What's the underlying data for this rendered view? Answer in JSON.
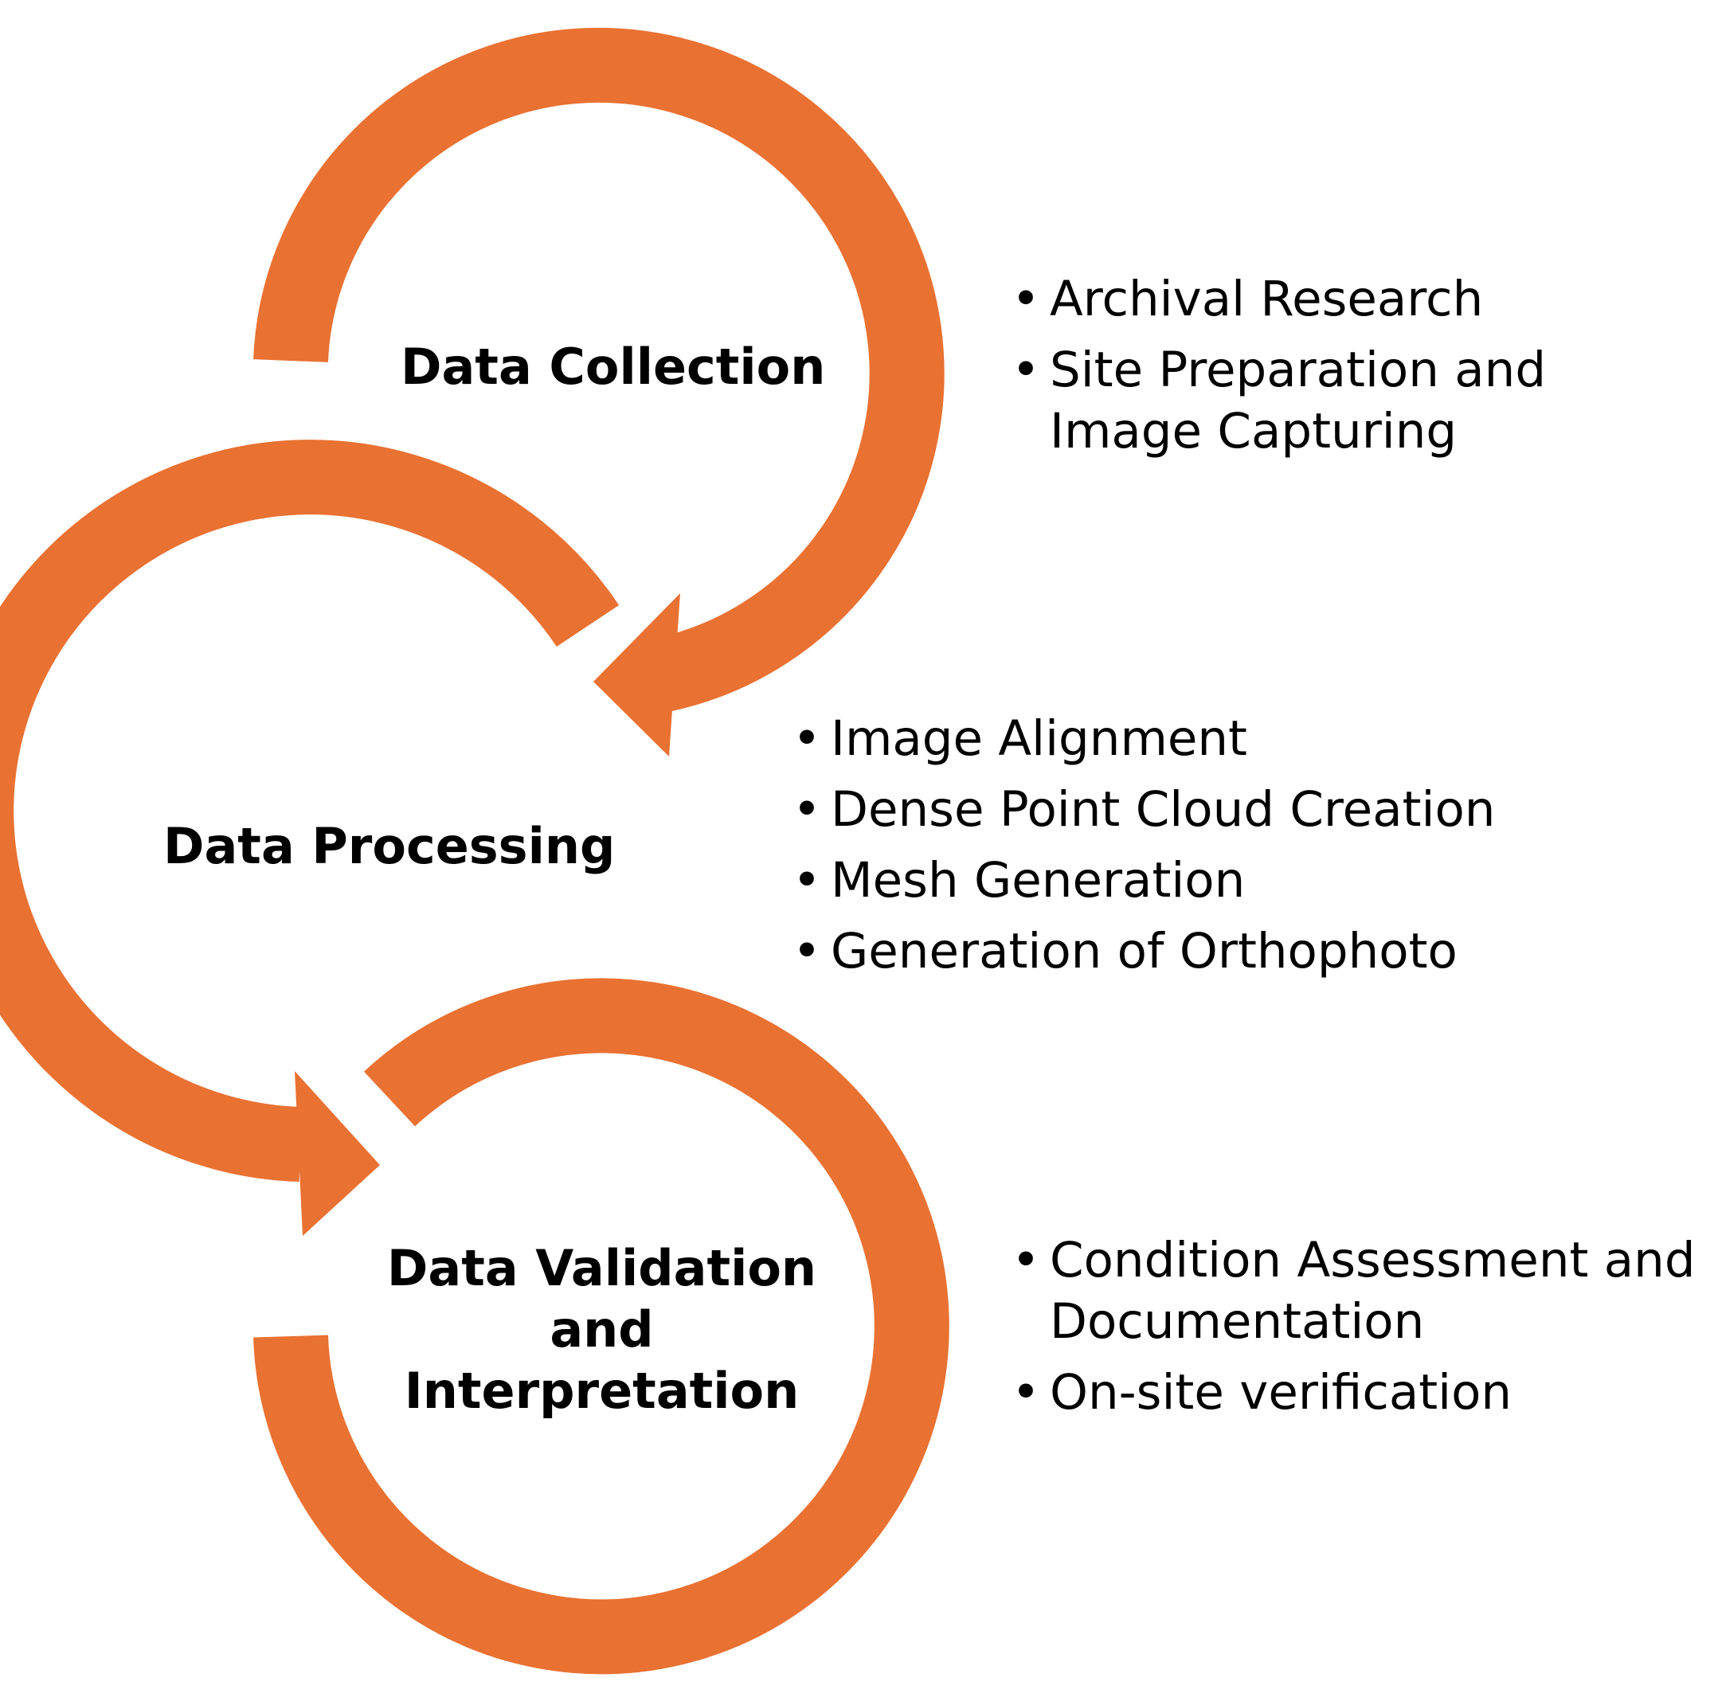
{
  "theme": {
    "accent_color": "#E97132",
    "text_color": "#000000",
    "background_color": "#FFFFFF"
  },
  "stages": [
    {
      "title_lines": [
        "Data Collection"
      ],
      "bullets": [
        "Archival Research",
        "Site Preparation and Image Capturing"
      ]
    },
    {
      "title_lines": [
        "Data Processing"
      ],
      "bullets": [
        "Image Alignment",
        "Dense Point Cloud Creation",
        "Mesh Generation",
        "Generation of Orthophoto"
      ]
    },
    {
      "title_lines": [
        "Data Validation",
        "and",
        "Interpretation"
      ],
      "bullets": [
        "Condition Assessment and Documentation",
        "On-site verification"
      ]
    }
  ]
}
